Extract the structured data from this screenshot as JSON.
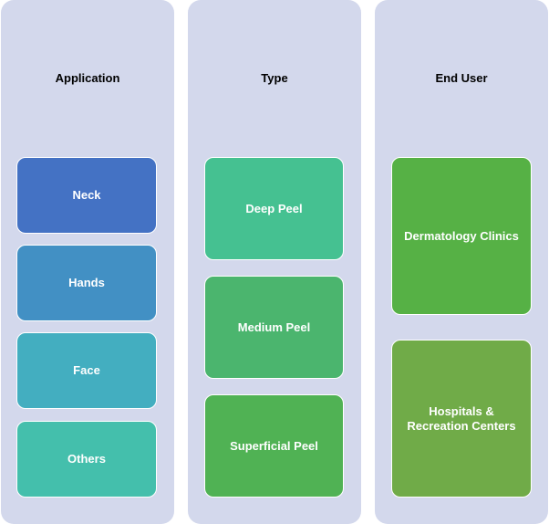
{
  "columns": [
    {
      "title": "Application",
      "items": [
        {
          "label": "Neck",
          "color": "#4472c4"
        },
        {
          "label": "Hands",
          "color": "#4290c4"
        },
        {
          "label": "Face",
          "color": "#43aec0"
        },
        {
          "label": "Others",
          "color": "#44bfac"
        }
      ]
    },
    {
      "title": "Type",
      "items": [
        {
          "label": "Deep Peel",
          "color": "#45c191"
        },
        {
          "label": "Medium Peel",
          "color": "#4bb56e"
        },
        {
          "label": "Superficial Peel",
          "color": "#50b254"
        }
      ]
    },
    {
      "title": "End User",
      "items": [
        {
          "label": "Dermatology Clinics",
          "color": "#56b145"
        },
        {
          "label": "Hospitals &\nRecreation Centers",
          "color": "#70ab48"
        }
      ]
    }
  ],
  "colors": {
    "column_background": "#d3d8ec",
    "box_text": "#ffffff",
    "title_text": "#000000"
  }
}
